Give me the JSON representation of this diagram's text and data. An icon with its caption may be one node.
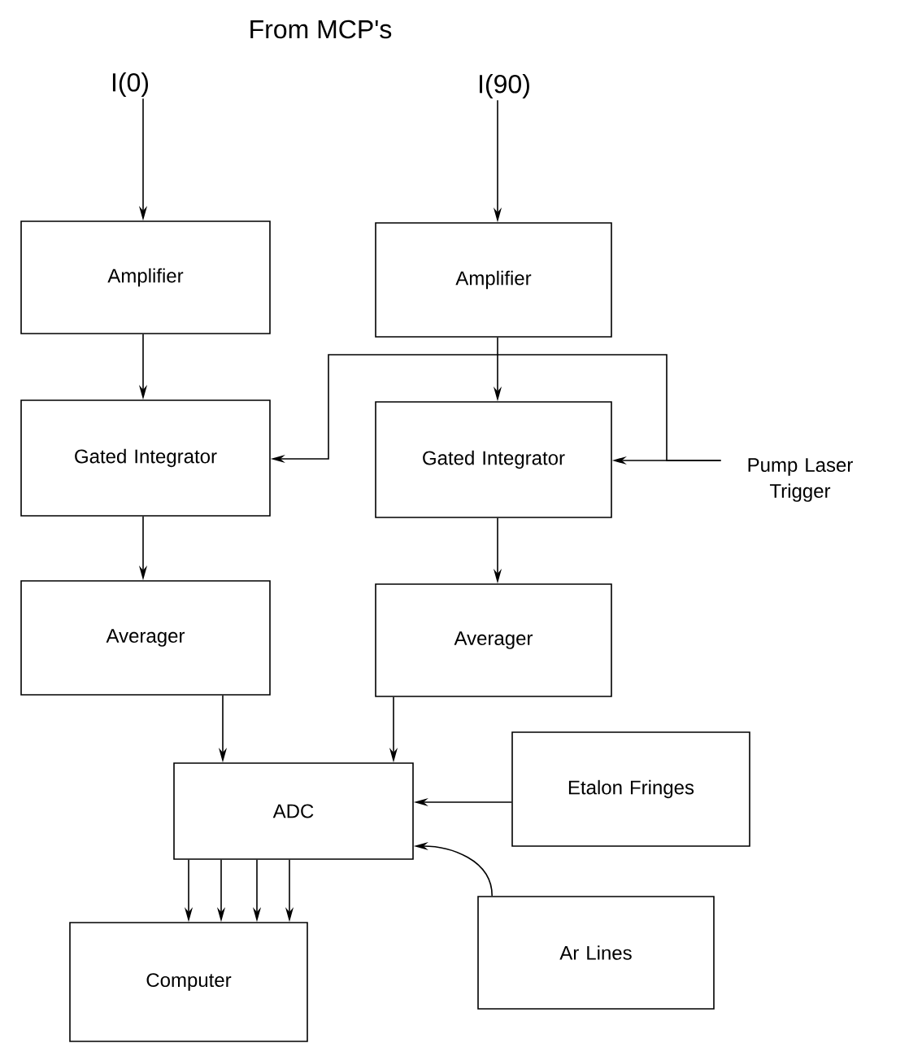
{
  "diagram": {
    "nodes": [
      {
        "text": [
          "I(0)"
        ]
      },
      {
        "text": [
          "I(90)"
        ]
      },
      {
        "text": [
          "Amplifier"
        ]
      },
      {
        "text": [
          "Amplifier"
        ]
      },
      {
        "text": [
          "Gated Integrator"
        ]
      },
      {
        "text": [
          "Gated Integrator"
        ]
      },
      {
        "text": [
          "Pump Laser Trigger"
        ]
      },
      {
        "text": [
          "Averager"
        ]
      },
      {
        "text": [
          "Averager"
        ]
      },
      {
        "text": [
          "ADC"
        ]
      },
      {
        "text": [
          "Etalon Fringes"
        ]
      },
      {
        "text": [
          "Computer"
        ]
      },
      {
        "text": [
          "Ar Lines"
        ]
      }
    ],
    "edges": [
      {
        "from": 0,
        "to": 2,
        "arrow": "to"
      },
      {
        "from": 1,
        "to": 3,
        "arrow": "to"
      },
      {
        "from": 2,
        "to": 4,
        "arrow": "to"
      },
      {
        "from": 3,
        "to": 5,
        "arrow": "to"
      },
      {
        "from": 6,
        "to": 4,
        "arrow": "to"
      },
      {
        "from": 6,
        "to": 5,
        "arrow": "to"
      },
      {
        "from": 4,
        "to": 7,
        "arrow": "to"
      },
      {
        "from": 5,
        "to": 8,
        "arrow": "to"
      },
      {
        "from": 7,
        "to": 9,
        "arrow": "to"
      },
      {
        "from": 8,
        "to": 9,
        "arrow": "to"
      },
      {
        "from": 10,
        "to": 9,
        "arrow": "to"
      },
      {
        "from": 9,
        "to": 11,
        "arrow": "to"
      },
      {
        "from": 9,
        "to": 11,
        "arrow": "to"
      },
      {
        "from": 9,
        "to": 11,
        "arrow": "to"
      },
      {
        "from": 9,
        "to": 11,
        "arrow": "to"
      },
      {
        "from": 12,
        "to": 9,
        "arrow": "to"
      }
    ],
    "labels": [
      "From MCP's"
    ]
  }
}
